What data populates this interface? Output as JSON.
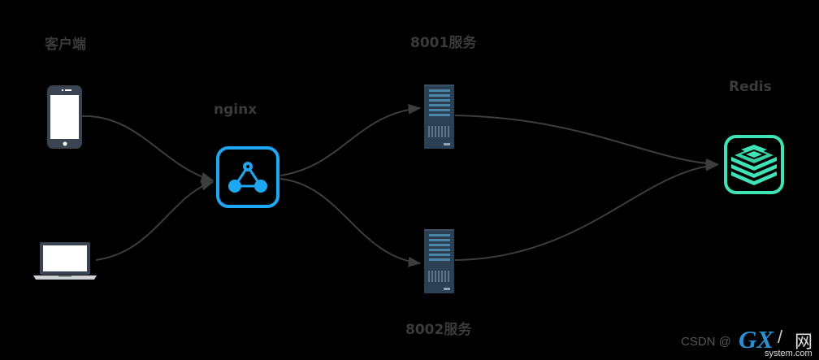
{
  "labels": {
    "client": "客户端",
    "nginx": "nginx",
    "service_8001": "8001服务",
    "service_8002": "8002服务",
    "redis": "Redis"
  },
  "watermark": {
    "csdn": "CSDN @",
    "logo_gx": "GX",
    "logo_slash": "/",
    "logo_net": "网",
    "logo_domain": "system.com"
  },
  "colors": {
    "background": "#000000",
    "text": "#3a3a3a",
    "edge": "#3d3d3d",
    "nginx": "#1ea7f2",
    "redis": "#3fe3b4",
    "server_body": "#2d3f52",
    "device_dark": "#3a4452",
    "device_screen": "#ffffff"
  },
  "icons": {
    "phone": "smartphone-icon",
    "laptop": "laptop-icon",
    "nginx": "network-hub-icon",
    "server": "server-rack-icon",
    "redis": "database-stack-icon"
  }
}
